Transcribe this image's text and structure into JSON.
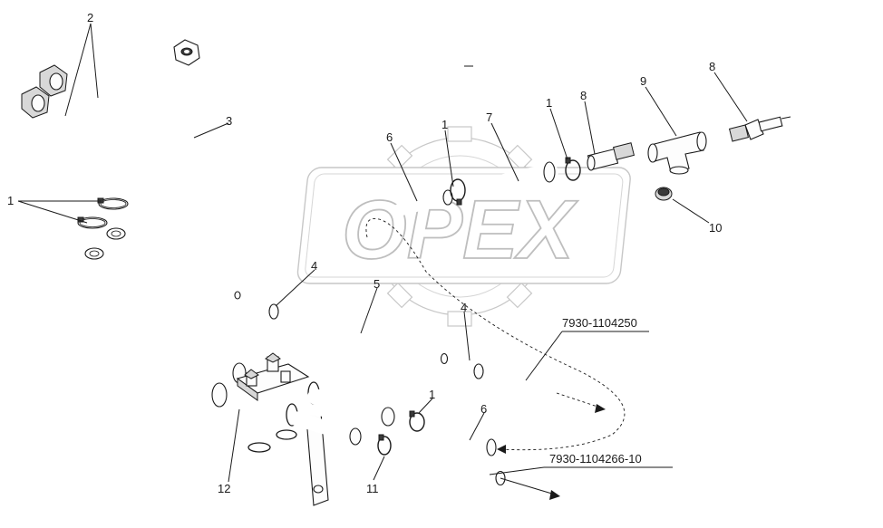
{
  "watermark": {
    "text": "OPEX"
  },
  "callouts": {
    "c2": "2",
    "c3": "3",
    "c1_left": "1",
    "c6_top": "6",
    "c1_top_a": "1",
    "c7": "7",
    "c1_top_b": "1",
    "c8_a": "8",
    "c9": "9",
    "c8_b": "8",
    "c10": "10",
    "c4_a": "4",
    "c5": "5",
    "c4_b": "4",
    "c1_bottom": "1",
    "c6_bottom": "6",
    "c11": "11",
    "c12": "12"
  },
  "part_numbers": {
    "upper": "7930-1104250",
    "lower": "7930-1104266-10"
  }
}
